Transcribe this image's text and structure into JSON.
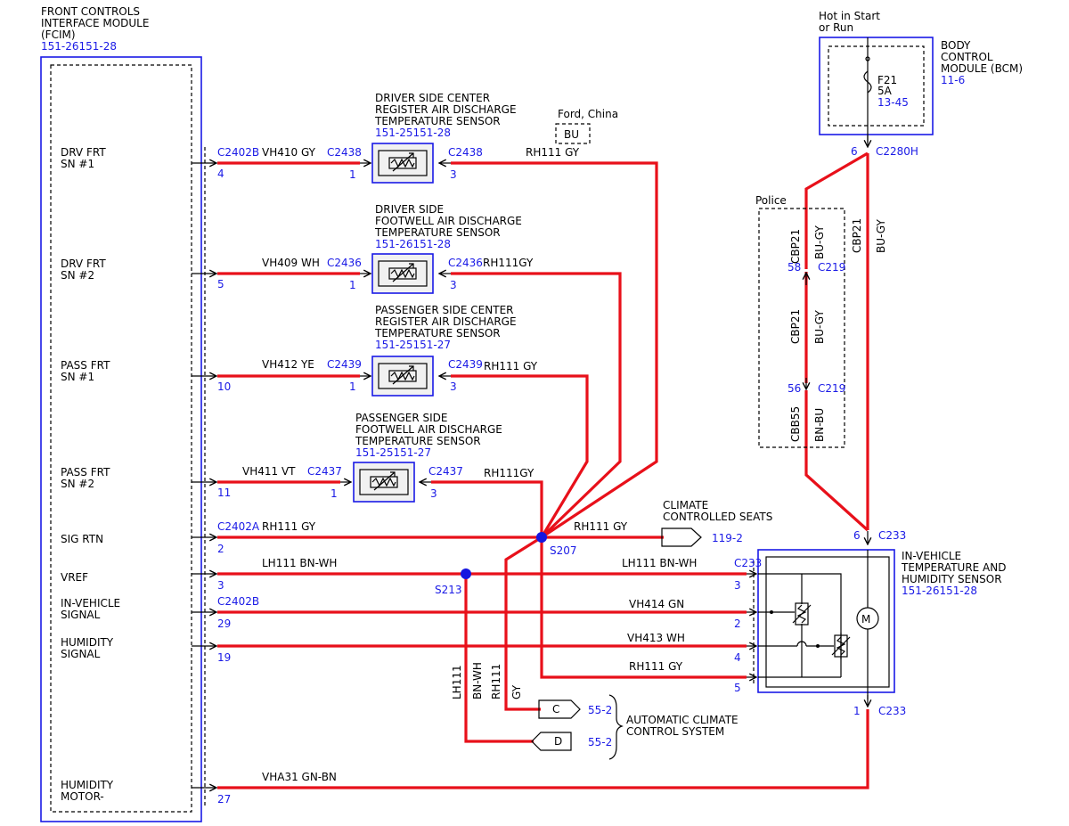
{
  "fcim": {
    "title": [
      "FRONT CONTROLS",
      "INTERFACE MODULE",
      "(FCIM)"
    ],
    "ref": "151-26151-28",
    "pins": [
      {
        "label": [
          "DRV FRT",
          "SN #1"
        ],
        "pin": "4",
        "connector": "C2402B"
      },
      {
        "label": [
          "DRV FRT",
          "SN #2"
        ],
        "pin": "5",
        "connector": ""
      },
      {
        "label": [
          "PASS FRT",
          "SN #1"
        ],
        "pin": "10",
        "connector": ""
      },
      {
        "label": [
          "PASS FRT",
          "SN #2"
        ],
        "pin": "11",
        "connector": ""
      },
      {
        "label": [
          "SIG RTN"
        ],
        "pin": "2",
        "connector": "C2402A"
      },
      {
        "label": [
          "VREF"
        ],
        "pin": "3",
        "connector": ""
      },
      {
        "label": [
          "IN-VEHICLE",
          "SIGNAL"
        ],
        "pin": "29",
        "connector": "C2402B"
      },
      {
        "label": [
          "HUMIDITY",
          "SIGNAL"
        ],
        "pin": "19",
        "connector": ""
      },
      {
        "label": [
          "HUMIDITY",
          "MOTOR-"
        ],
        "pin": "27",
        "connector": ""
      }
    ]
  },
  "sensors": [
    {
      "title": [
        "DRIVER SIDE CENTER",
        "REGISTER AIR DISCHARGE",
        "TEMPERATURE SENSOR"
      ],
      "ref": "151-25151-28",
      "wire_in": "VH410 GY",
      "wire_out": "RH111 GY",
      "connector": "C2438",
      "pin_in": "1",
      "pin_out": "3"
    },
    {
      "title": [
        "DRIVER SIDE",
        "FOOTWELL AIR DISCHARGE",
        "TEMPERATURE SENSOR"
      ],
      "ref": "151-26151-28",
      "wire_in": "VH409 WH",
      "wire_out": "RH111GY",
      "connector": "C2436",
      "pin_in": "1",
      "pin_out": "3"
    },
    {
      "title": [
        "PASSENGER SIDE CENTER",
        "REGISTER AIR DISCHARGE",
        "TEMPERATURE SENSOR"
      ],
      "ref": "151-25151-27",
      "wire_in": "VH412 YE",
      "wire_out": "RH111 GY",
      "connector": "C2439",
      "pin_in": "1",
      "pin_out": "3"
    },
    {
      "title": [
        "PASSENGER SIDE",
        "FOOTWELL AIR DISCHARGE",
        "TEMPERATURE SENSOR"
      ],
      "ref": "151-25151-27",
      "wire_in": "VH411 VT",
      "wire_out": "RH111GY",
      "connector": "C2437",
      "pin_in": "1",
      "pin_out": "3"
    }
  ],
  "ford_china": {
    "label": "Ford, China",
    "color": "BU"
  },
  "bcm": {
    "title": [
      "BODY",
      "CONTROL",
      "MODULE (BCM)"
    ],
    "ref": "11-6",
    "hot": [
      "Hot in Start",
      "or Run"
    ],
    "fuse": "F21",
    "fuse_amp": "5A",
    "fuse_ref": "13-45",
    "pin": "6",
    "connector": "C2280H"
  },
  "police": {
    "label": "Police",
    "wire_top_circuit": "CBP21",
    "wire_top_color": "BU-GY",
    "pin_upper": "58",
    "connector_upper": "C219",
    "wire_mid_circuit": "CBP21",
    "wire_mid_color": "BU-GY",
    "pin_lower": "56",
    "connector_lower": "C219",
    "wire_bot_circuit": "CBB55",
    "wire_bot_color": "BN-BU"
  },
  "bcm_direct": {
    "circuit": "CBP21",
    "color": "BU-GY"
  },
  "ivths": {
    "title": [
      "IN-VEHICLE",
      "TEMPERATURE AND",
      "HUMIDITY SENSOR"
    ],
    "ref": "151-26151-28",
    "connector": "C233",
    "pin_top": "6",
    "pin_bottom": "1",
    "pins": [
      "3",
      "2",
      "4",
      "5"
    ]
  },
  "wires": {
    "sig_rtn": "RH111 GY",
    "vref": "LH111 BN-WH",
    "vref_right": "LH111   BN-WH",
    "in_vehicle": "VH414   GN",
    "humidity": "VH413   WH",
    "rtn_right": "RH111   GY",
    "to_seats": "RH111 GY",
    "motor": "VHA31   GN-BN",
    "branch_lh": "LH111",
    "branch_bnwh": "BN-WH",
    "branch_rh": "RH111",
    "branch_gy": "GY"
  },
  "splices": {
    "s207": "S207",
    "s213": "S213"
  },
  "seats": {
    "title": [
      "CLIMATE",
      "CONTROLLED SEATS"
    ],
    "ref": "119-2"
  },
  "accs": {
    "title": [
      "AUTOMATIC CLIMATE",
      "CONTROL SYSTEM"
    ],
    "c_label": "C",
    "d_label": "D",
    "c_ref": "55-2",
    "d_ref": "55-2"
  },
  "colors": {
    "wire": "#e8101a",
    "ref": "#1a1ae6",
    "splice": "#1515e0"
  }
}
